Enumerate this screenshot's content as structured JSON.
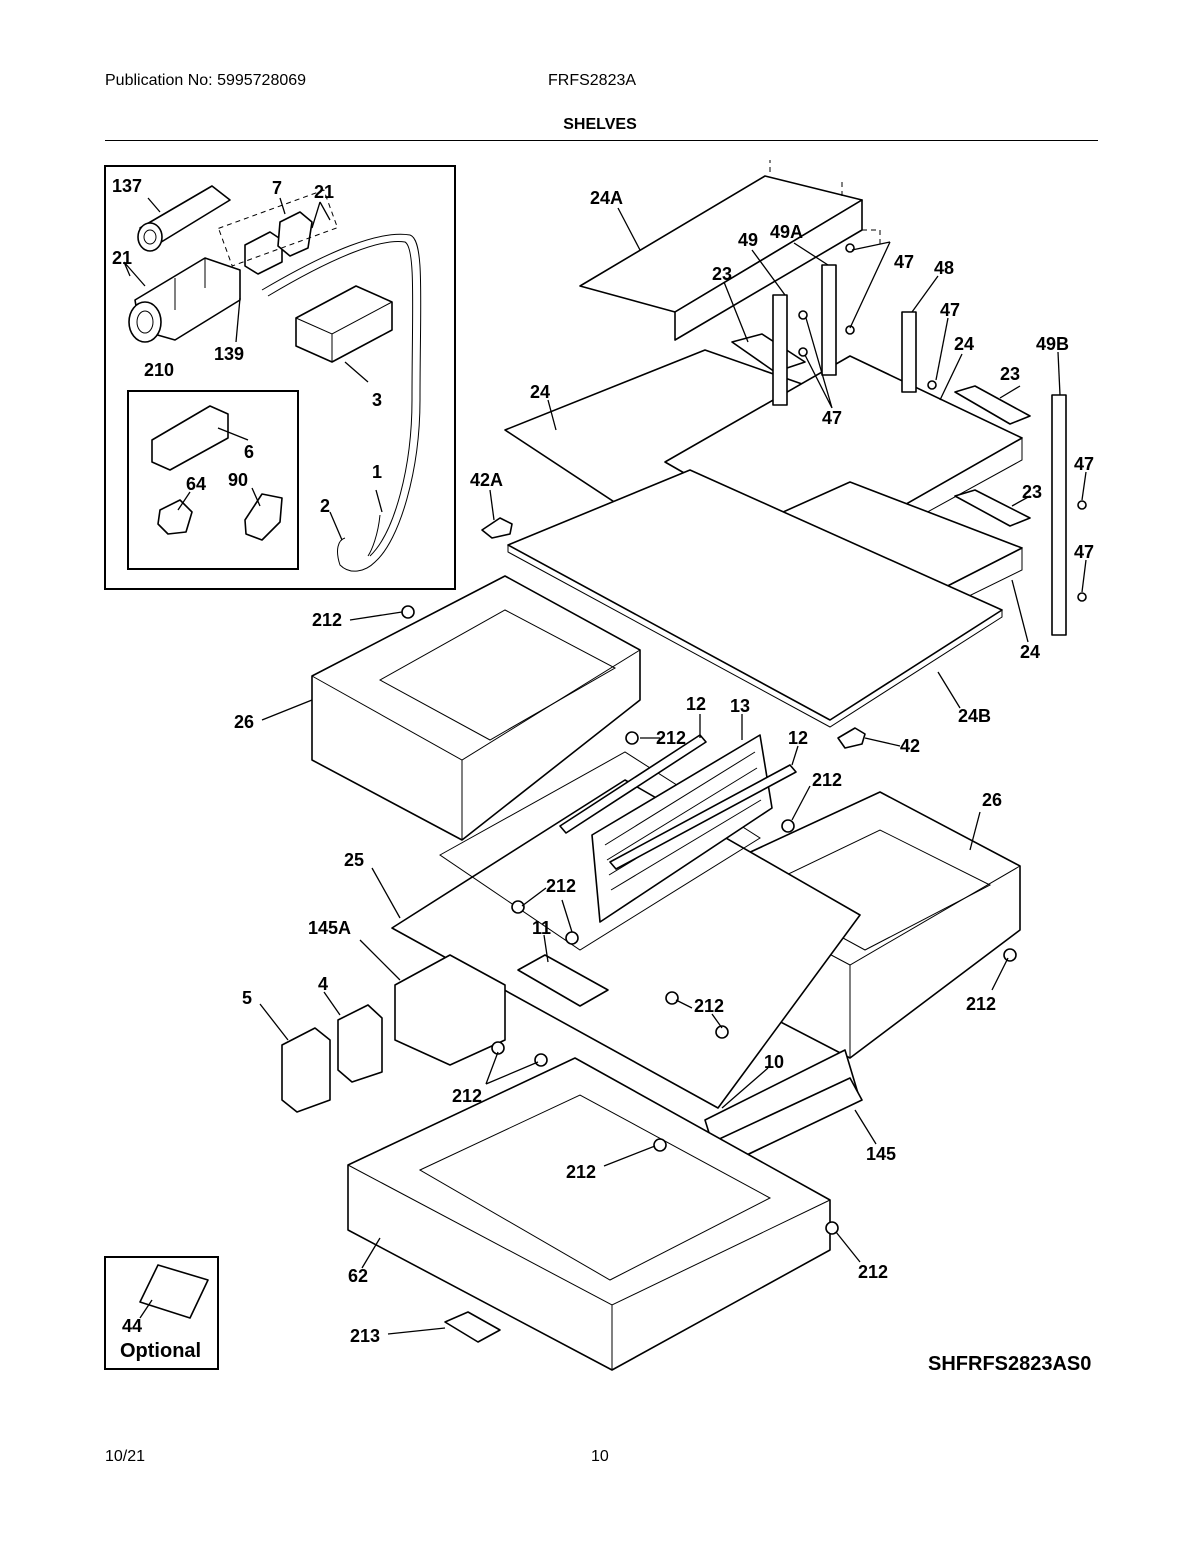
{
  "header": {
    "publication": "Publication No: 5995728069",
    "model": "FRFS2823A",
    "section_title": "SHELVES"
  },
  "footer": {
    "date": "10/21",
    "page_number": "10"
  },
  "diagram": {
    "drawing_code": "SHFRFS2823AS0",
    "optional_label": "Optional",
    "callouts": [
      {
        "id": "c137",
        "text": "137"
      },
      {
        "id": "c7",
        "text": "7"
      },
      {
        "id": "c21a",
        "text": "21"
      },
      {
        "id": "c21b",
        "text": "21"
      },
      {
        "id": "c210",
        "text": "210"
      },
      {
        "id": "c139",
        "text": "139"
      },
      {
        "id": "c3",
        "text": "3"
      },
      {
        "id": "c6",
        "text": "6"
      },
      {
        "id": "c64",
        "text": "64"
      },
      {
        "id": "c90",
        "text": "90"
      },
      {
        "id": "c1",
        "text": "1"
      },
      {
        "id": "c2",
        "text": "2"
      },
      {
        "id": "c24A",
        "text": "24A"
      },
      {
        "id": "c49",
        "text": "49"
      },
      {
        "id": "c49A",
        "text": "49A"
      },
      {
        "id": "c47a",
        "text": "47"
      },
      {
        "id": "c48",
        "text": "48"
      },
      {
        "id": "c23a",
        "text": "23"
      },
      {
        "id": "c47b",
        "text": "47"
      },
      {
        "id": "c24a",
        "text": "24"
      },
      {
        "id": "c49B",
        "text": "49B"
      },
      {
        "id": "c24b",
        "text": "24"
      },
      {
        "id": "c47c",
        "text": "47"
      },
      {
        "id": "c23b",
        "text": "23"
      },
      {
        "id": "c47d",
        "text": "47"
      },
      {
        "id": "c23c",
        "text": "23"
      },
      {
        "id": "c42A",
        "text": "42A"
      },
      {
        "id": "c47e",
        "text": "47"
      },
      {
        "id": "c24c",
        "text": "24"
      },
      {
        "id": "c212a",
        "text": "212"
      },
      {
        "id": "c24B",
        "text": "24B"
      },
      {
        "id": "c26a",
        "text": "26"
      },
      {
        "id": "c212b",
        "text": "212"
      },
      {
        "id": "c12a",
        "text": "12"
      },
      {
        "id": "c13",
        "text": "13"
      },
      {
        "id": "c12b",
        "text": "12"
      },
      {
        "id": "c42",
        "text": "42"
      },
      {
        "id": "c212c",
        "text": "212"
      },
      {
        "id": "c26b",
        "text": "26"
      },
      {
        "id": "c25",
        "text": "25"
      },
      {
        "id": "c212d",
        "text": "212"
      },
      {
        "id": "c145A",
        "text": "145A"
      },
      {
        "id": "c11",
        "text": "11"
      },
      {
        "id": "c5",
        "text": "5"
      },
      {
        "id": "c4",
        "text": "4"
      },
      {
        "id": "c212e",
        "text": "212"
      },
      {
        "id": "c212f",
        "text": "212"
      },
      {
        "id": "c10",
        "text": "10"
      },
      {
        "id": "c212g",
        "text": "212"
      },
      {
        "id": "c145",
        "text": "145"
      },
      {
        "id": "c212h",
        "text": "212"
      },
      {
        "id": "c212i",
        "text": "212"
      },
      {
        "id": "c62",
        "text": "62"
      },
      {
        "id": "c44",
        "text": "44"
      },
      {
        "id": "c213",
        "text": "213"
      }
    ]
  }
}
